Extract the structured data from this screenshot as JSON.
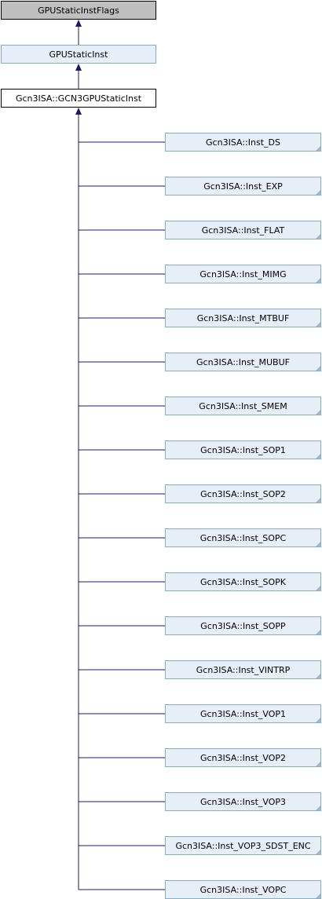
{
  "diagram": {
    "base": "GPUStaticInstFlags",
    "parent": "GPUStaticInst",
    "main": "Gcn3ISA::GCN3GPUStaticInst",
    "children": [
      "Gcn3ISA::Inst_DS",
      "Gcn3ISA::Inst_EXP",
      "Gcn3ISA::Inst_FLAT",
      "Gcn3ISA::Inst_MIMG",
      "Gcn3ISA::Inst_MTBUF",
      "Gcn3ISA::Inst_MUBUF",
      "Gcn3ISA::Inst_SMEM",
      "Gcn3ISA::Inst_SOP1",
      "Gcn3ISA::Inst_SOP2",
      "Gcn3ISA::Inst_SOPC",
      "Gcn3ISA::Inst_SOPK",
      "Gcn3ISA::Inst_SOPP",
      "Gcn3ISA::Inst_VINTRP",
      "Gcn3ISA::Inst_VOP1",
      "Gcn3ISA::Inst_VOP2",
      "Gcn3ISA::Inst_VOP3",
      "Gcn3ISA::Inst_VOP3_SDST_ENC",
      "Gcn3ISA::Inst_VOPC"
    ],
    "colors": {
      "edge": "#191970",
      "flags_fill": "#bfbfbf",
      "class_fill": "#e8eef8",
      "class_border": "#84b0c7"
    }
  }
}
